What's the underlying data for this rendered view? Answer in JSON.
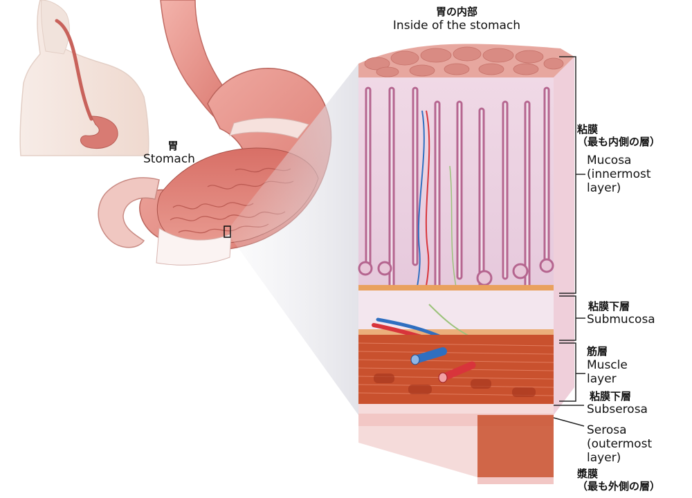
{
  "header": {
    "title_jp": "胃の内部",
    "title_en": "Inside of the stomach"
  },
  "stomach": {
    "label_jp": "胃",
    "label_en": "Stomach"
  },
  "layers": {
    "mucosa": {
      "jp": "粘膜\n（最も内側の層）",
      "en": "Mucosa\n(innermost\nlayer)"
    },
    "submucosa": {
      "jp": "粘膜下層",
      "en": "Submucosa"
    },
    "muscle": {
      "jp": "筋層",
      "en": "Muscle\nlayer"
    },
    "subserosa": {
      "jp": "粘膜下層",
      "en": "Subserosa"
    },
    "serosa": {
      "jp": "漿膜\n（最も外側の層）",
      "en": "Serosa\n(outermost\nlayer)"
    }
  },
  "colors": {
    "mucosa": "#e9a7a0",
    "gland": "#c98ab8",
    "submucosa": "#f3e6ee",
    "muscle": "#c9512e",
    "serosa": "#f2c7c5",
    "vessel_artery": "#d8343b",
    "vessel_vein": "#2f6fc0",
    "skin": "#f5e6df",
    "stomach": "#e58b83"
  }
}
